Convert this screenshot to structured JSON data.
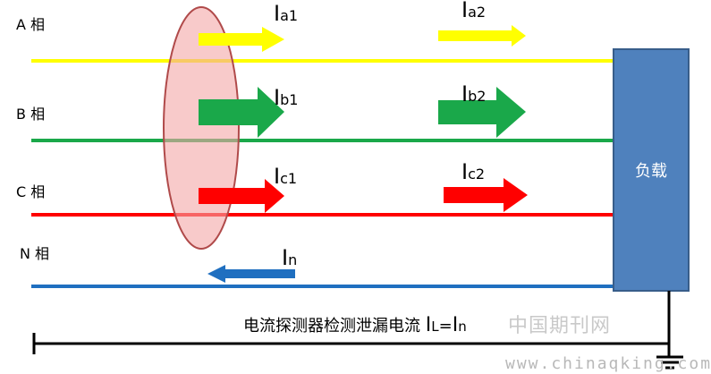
{
  "phases": {
    "a": "A 相",
    "b": "B 相",
    "c": "C 相",
    "n": "N 相"
  },
  "currents": {
    "a1": {
      "main": "I",
      "sub": "a1"
    },
    "a2": {
      "main": "I",
      "sub": "a2"
    },
    "b1": {
      "main": "I",
      "sub": "b1"
    },
    "b2": {
      "main": "I",
      "sub": "b2"
    },
    "c1": {
      "main": "I",
      "sub": "c1"
    },
    "c2": {
      "main": "I",
      "sub": "c2"
    },
    "n": {
      "main": "I",
      "sub": "n"
    }
  },
  "load": {
    "label": "负载"
  },
  "caption": {
    "text": "电流探测器检测泄漏电流 ",
    "il_main": "I",
    "il_sub": "L",
    "eq": "=",
    "in_main": "I",
    "in_sub": "n"
  },
  "watermark": {
    "cn": "中国期刊网",
    "url": "www.chinaqking.com"
  },
  "colors": {
    "phase_a": "#ffff00",
    "phase_b": "#1aa84a",
    "phase_c": "#ff0000",
    "phase_n": "#1f6fc0",
    "load_fill": "#4f81bd",
    "probe_fill": "#f4a6a6"
  }
}
